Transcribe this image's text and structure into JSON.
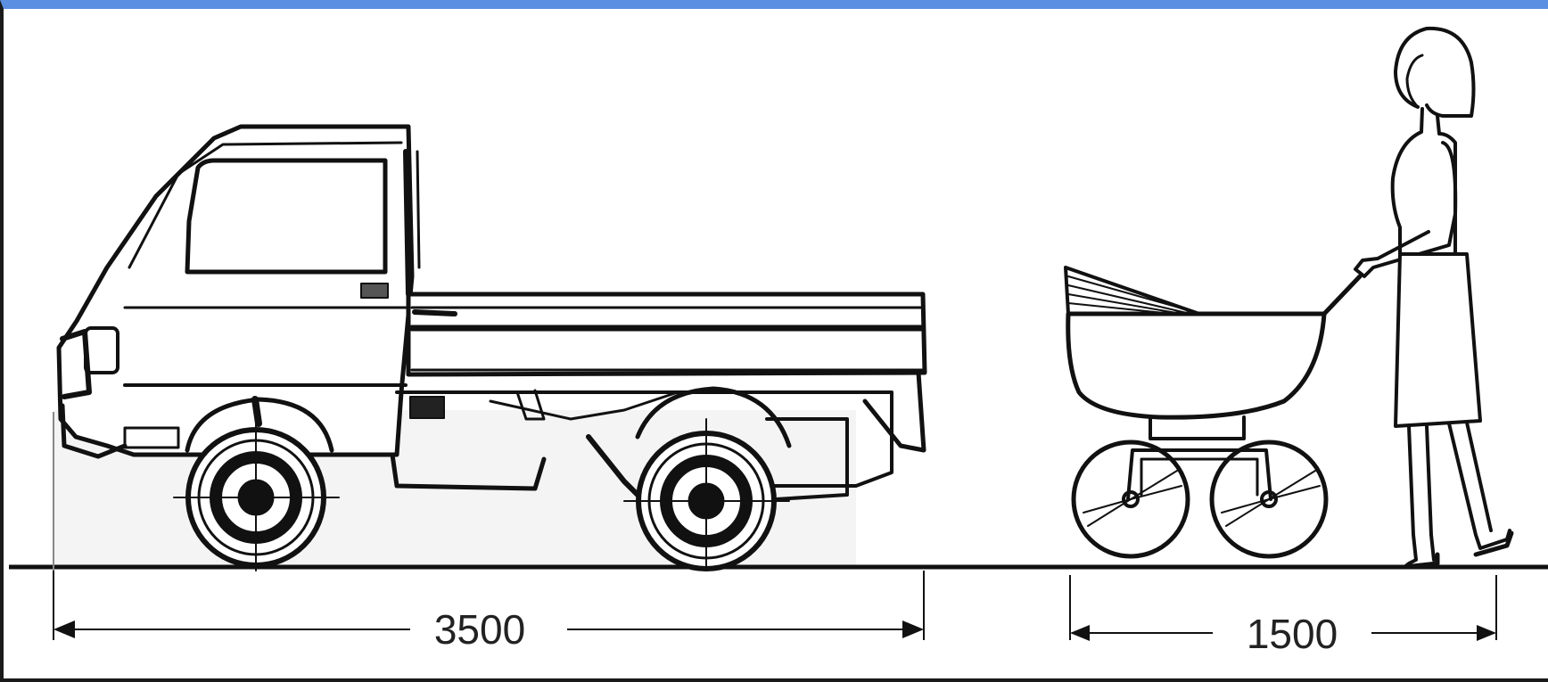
{
  "dimensions": {
    "truck_length": "3500",
    "stroller_length": "1500"
  },
  "colors": {
    "line": "#111111",
    "frame_top": "#5b8fe0",
    "background": "#ffffff"
  },
  "icons": [
    "kei-truck-drawing",
    "baby-pram-drawing",
    "woman-figure-drawing"
  ]
}
